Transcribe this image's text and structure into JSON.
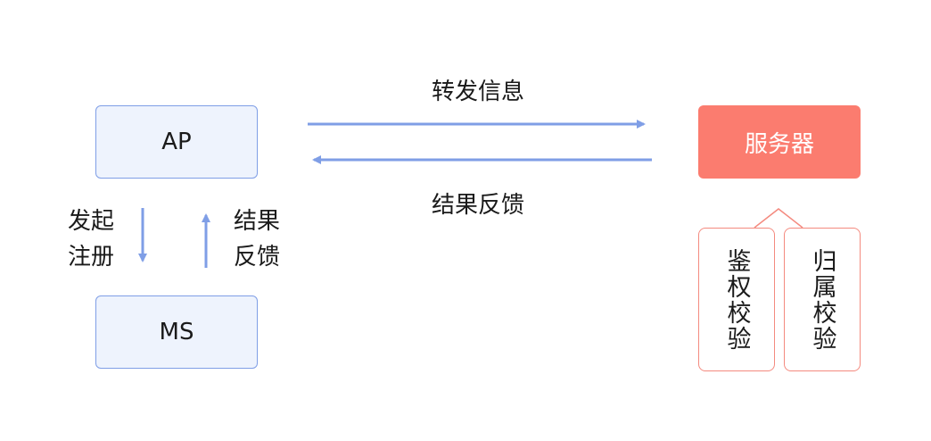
{
  "nodes": {
    "ap": "AP",
    "ms": "MS",
    "server": "服务器"
  },
  "edges": {
    "forward": "转发信息",
    "feedback": "结果反馈",
    "register_line1": "发起",
    "register_line2": "注册",
    "result_line1": "结果",
    "result_line2": "反馈"
  },
  "checks": {
    "auth": "鉴权校验",
    "owner": "归属校验"
  },
  "colors": {
    "arrow": "#7f9ee6",
    "node_fill": "#eef3fd",
    "server_fill": "#fb7c6f",
    "check_border": "#f48a7f"
  }
}
